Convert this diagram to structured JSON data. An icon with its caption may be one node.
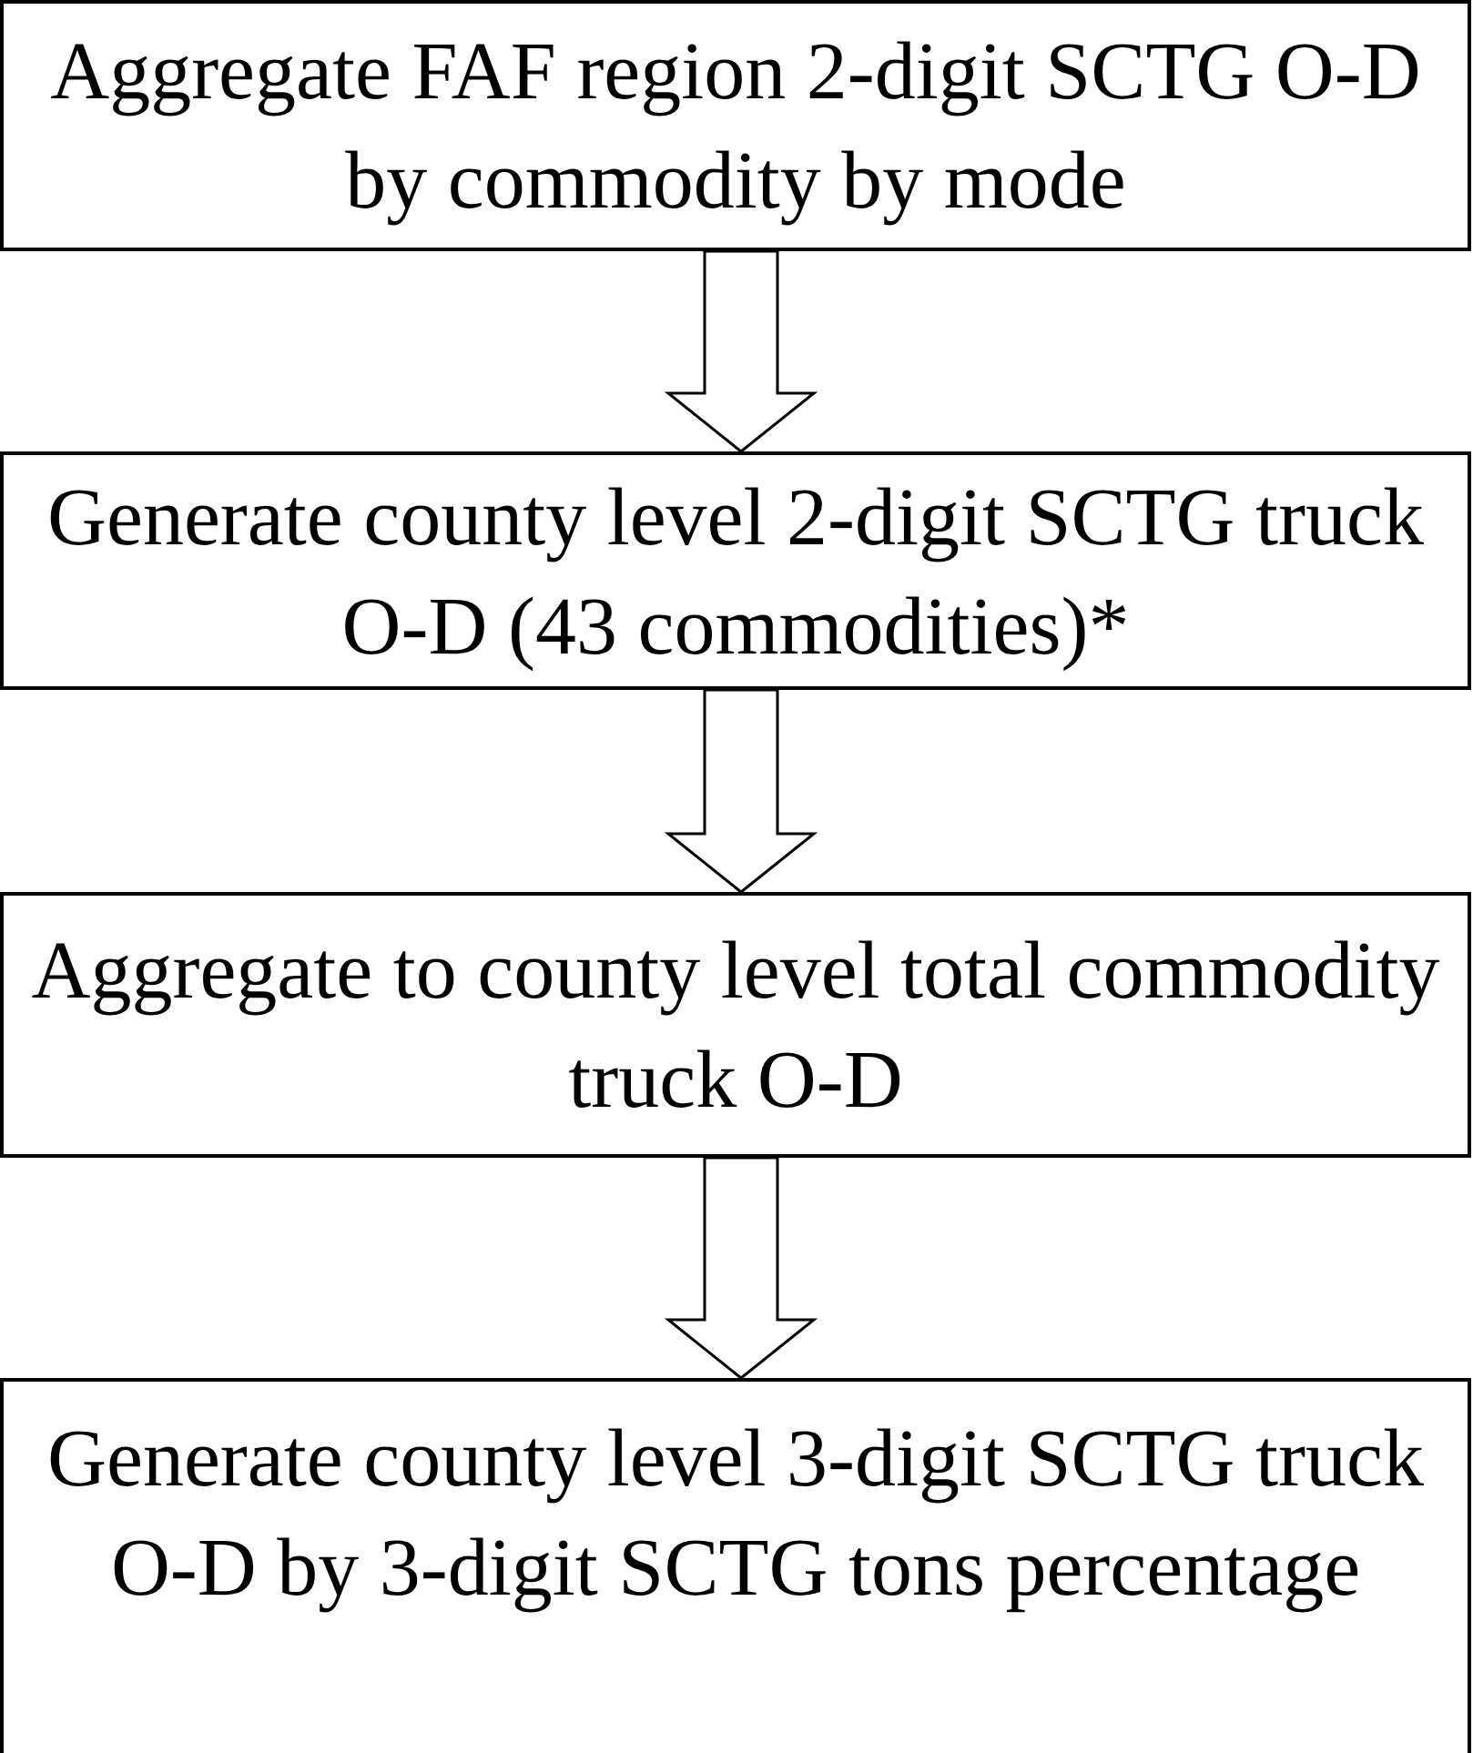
{
  "diagram": {
    "nodes": [
      {
        "text": [
          "Aggregate FAF region 2-digit SCTG O-D by commodity by mode"
        ]
      },
      {
        "text": [
          "Generate county level 2-digit SCTG truck O-D (43 commodities)*"
        ]
      },
      {
        "text": [
          "Aggregate to county level total commodity truck O-D"
        ]
      },
      {
        "text": [
          "Generate county level 3-digit SCTG truck O-D by 3-digit SCTG tons percentage"
        ]
      }
    ],
    "edges": [
      {
        "from": 0,
        "to": 1,
        "arrow": "to"
      },
      {
        "from": 1,
        "to": 2,
        "arrow": "to"
      },
      {
        "from": 2,
        "to": 3,
        "arrow": "to"
      }
    ]
  }
}
